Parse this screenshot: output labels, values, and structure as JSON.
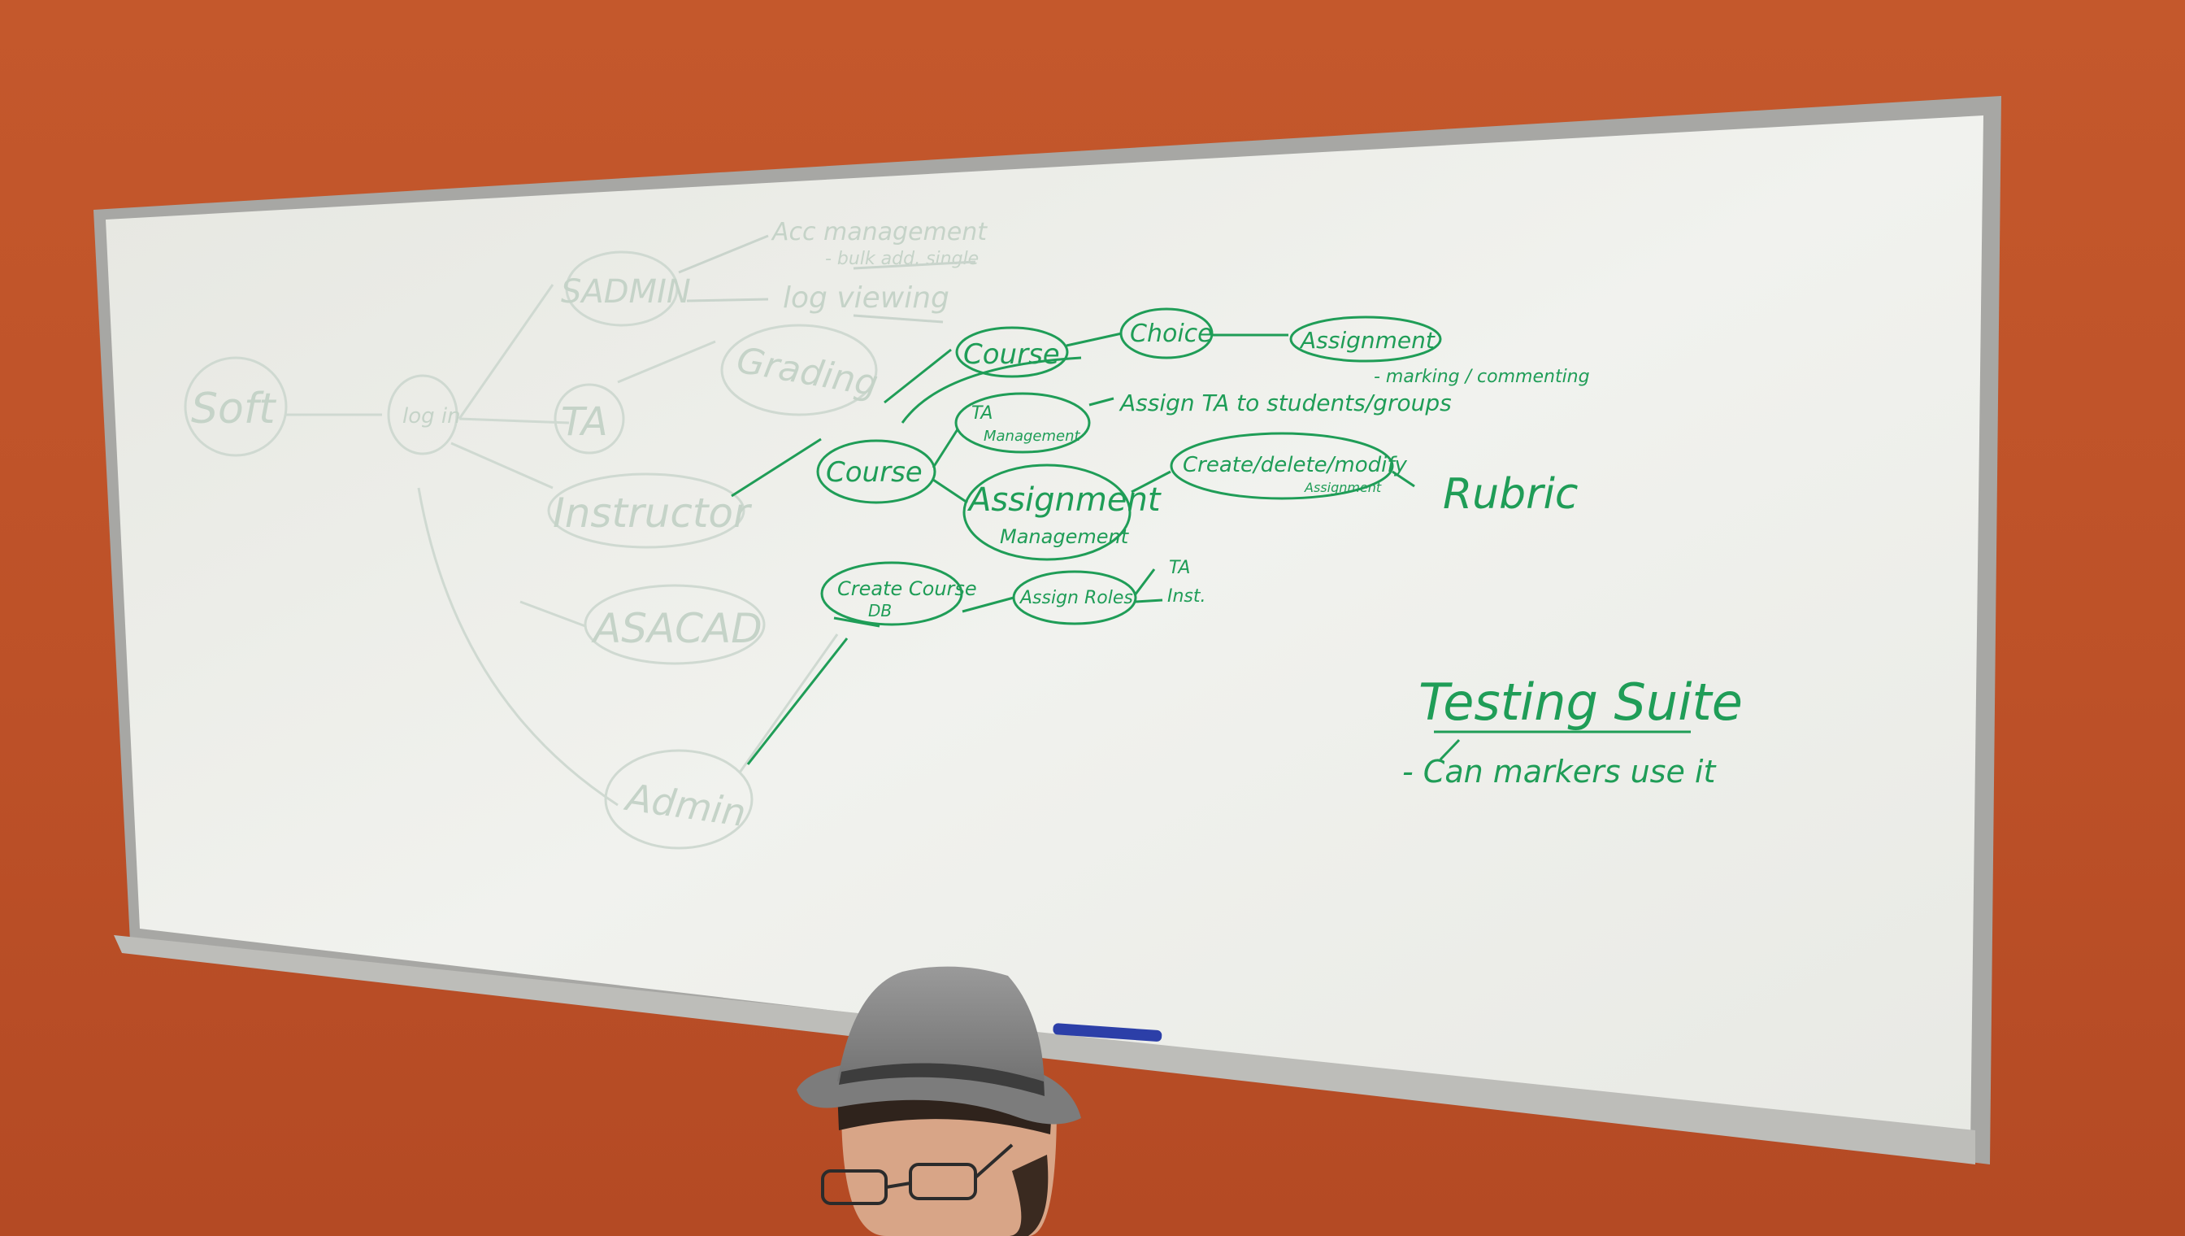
{
  "scene": {
    "description_free": true
  },
  "colors": {
    "wall": "#c0552a",
    "board": "#eeefe9",
    "frame": "#a9a9a6",
    "marker_green": "#1f9d57",
    "faded_green": "#c9d8cd",
    "hat": "#8a8a8a",
    "skin": "#d9a789"
  },
  "nodes": {
    "soft": "Soft",
    "log": "log in",
    "sadmin": "SADMIN",
    "ta": "TA",
    "instructor": "Instructor",
    "asacad": "ASACAD",
    "admin": "Admin",
    "grading": "Grading",
    "course_top": "Course",
    "course_mid": "Course",
    "choice": "Choice",
    "assignment": "Assignment",
    "ta_management_l1": "TA",
    "ta_management_l2": "Management",
    "assignment_mgmt_l1": "Assignment",
    "assignment_mgmt_l2": "Management",
    "create_delete_l1": "Create/delete/modify",
    "create_delete_l2": "Assignment",
    "create_course_l1": "Create Course",
    "create_course_l2": "DB",
    "assign_roles": "Assign Roles"
  },
  "notes": {
    "acc_management": "Acc management",
    "bulk_add": "- bulk add, single",
    "log_viewing": "log viewing",
    "marking": "- marking / commenting",
    "assign_ta": "Assign TA to students/groups",
    "rubric": "Rubric",
    "role_ta": "TA",
    "role_inst": "Inst.",
    "testing_suite": "Testing Suite",
    "can_markers": "- Can markers use it"
  }
}
